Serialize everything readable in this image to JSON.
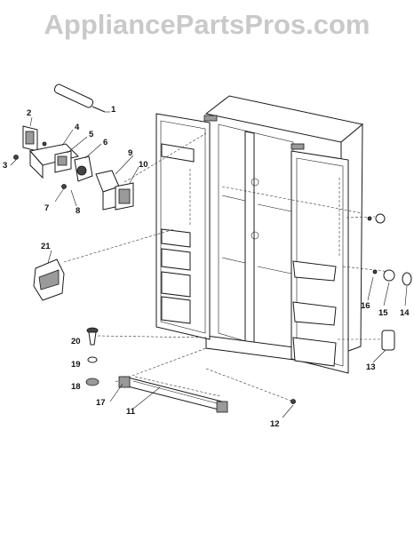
{
  "watermark": "AppliancePartsPros.com",
  "callouts": [
    {
      "id": "1",
      "text": "1"
    },
    {
      "id": "2",
      "text": "2"
    },
    {
      "id": "3",
      "text": "3"
    },
    {
      "id": "4",
      "text": "4"
    },
    {
      "id": "5",
      "text": "5"
    },
    {
      "id": "6",
      "text": "6"
    },
    {
      "id": "7",
      "text": "7"
    },
    {
      "id": "8",
      "text": "8"
    },
    {
      "id": "9",
      "text": "9"
    },
    {
      "id": "10",
      "text": "10"
    },
    {
      "id": "11",
      "text": "11"
    },
    {
      "id": "12",
      "text": "12"
    },
    {
      "id": "13",
      "text": "13"
    },
    {
      "id": "14",
      "text": "14"
    },
    {
      "id": "15",
      "text": "15"
    },
    {
      "id": "16",
      "text": "16"
    },
    {
      "id": "17",
      "text": "17"
    },
    {
      "id": "18",
      "text": "18"
    },
    {
      "id": "19",
      "text": "19"
    },
    {
      "id": "20",
      "text": "20"
    },
    {
      "id": "21",
      "text": "21"
    }
  ]
}
